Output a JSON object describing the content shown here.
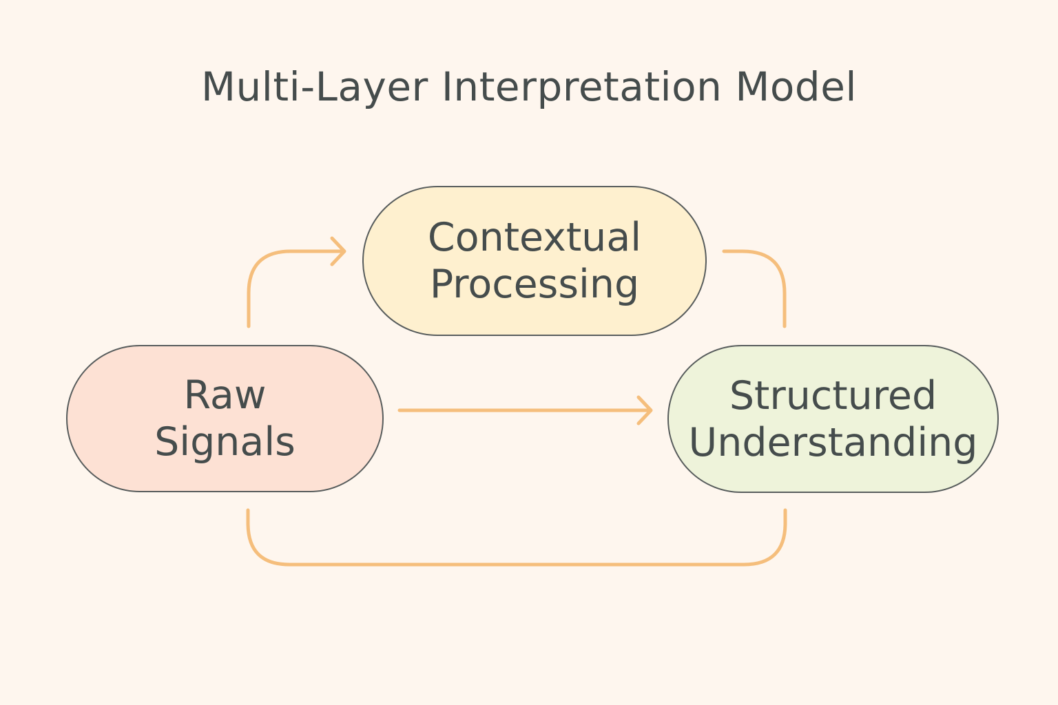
{
  "title": "Multi-Layer Interpretation Model",
  "colors": {
    "background": "#FEF6EE",
    "text": "#454C4C",
    "border": "#575C5C",
    "arrow": "#F5BE7C"
  },
  "nodes": {
    "raw": {
      "line1": "Raw",
      "line2": "Signals",
      "color": "#FDE1D4"
    },
    "contextual": {
      "line1": "Contextual",
      "line2": "Processing",
      "color": "#FEF0CF"
    },
    "structured": {
      "line1": "Structured",
      "line2": "Understanding",
      "color": "#EEF3DA"
    }
  }
}
